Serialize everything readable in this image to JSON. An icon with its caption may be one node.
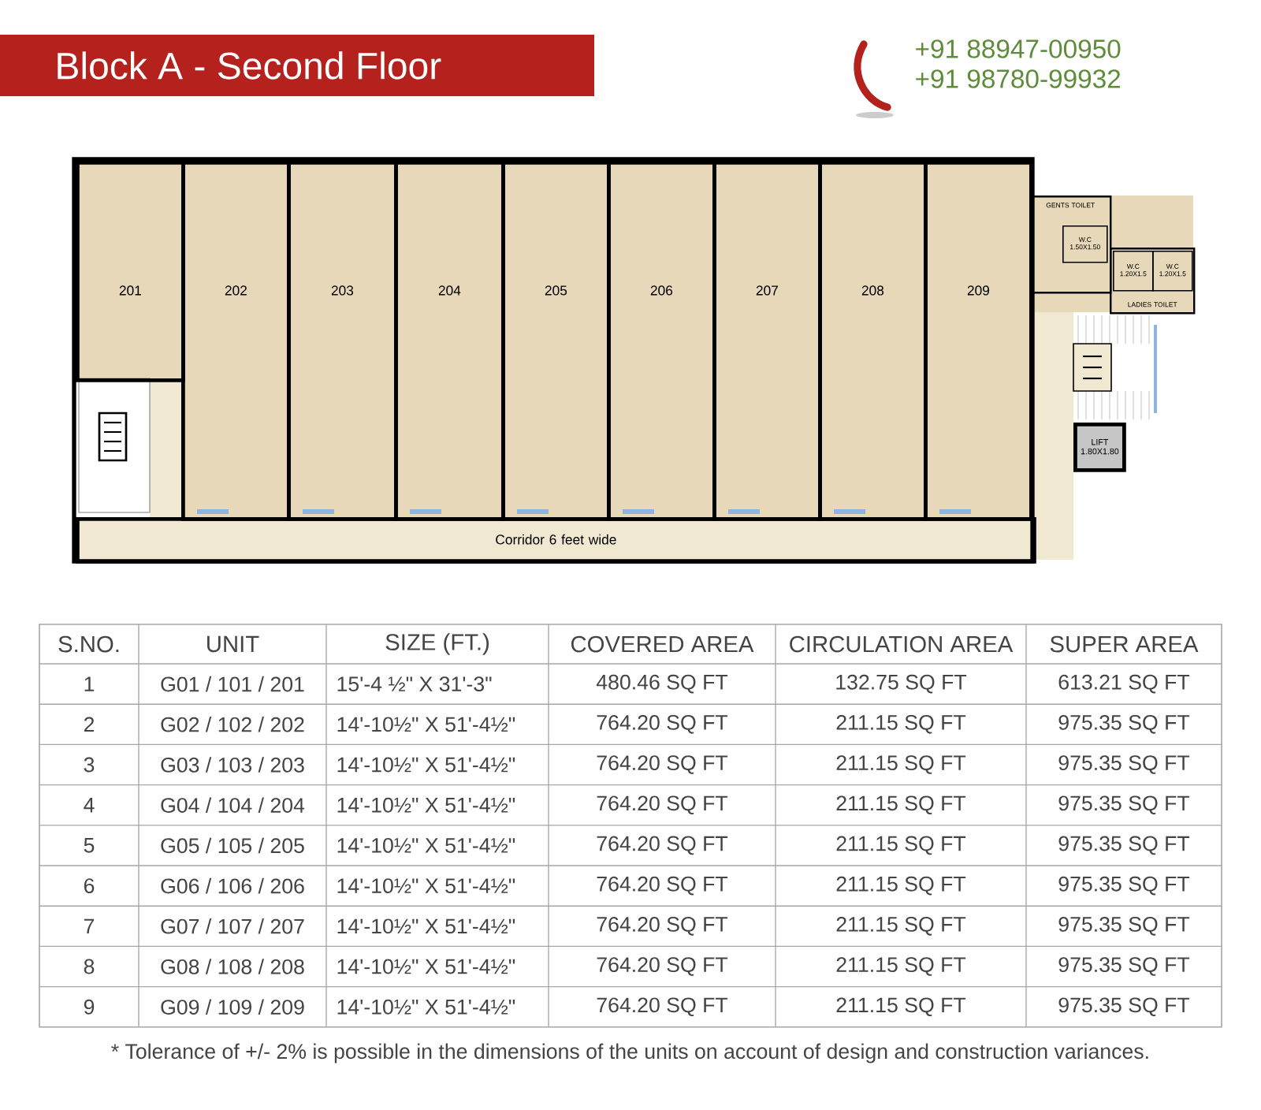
{
  "diagram": {
    "title": "Block A - Second Floor",
    "caption": "* Tolerance of +/- 2% is possible in the dimensions of the units on account of design and construction variances.",
    "nodes": [
      {
        "text": [
          "201"
        ]
      },
      {
        "text": [
          "202"
        ]
      },
      {
        "text": [
          "203"
        ]
      },
      {
        "text": [
          "204"
        ]
      },
      {
        "text": [
          "205"
        ]
      },
      {
        "text": [
          "206"
        ]
      },
      {
        "text": [
          "207"
        ]
      },
      {
        "text": [
          "208"
        ]
      },
      {
        "text": [
          "209"
        ]
      },
      {
        "text": [
          "Corridor 6 feet wide"
        ]
      },
      {
        "text": [
          "GENTS TOILET"
        ]
      },
      {
        "text": [
          "W.C 1.50X1.50"
        ],
        "in": 10
      },
      {
        "text": [
          "LADIES TOILET"
        ]
      },
      {
        "text": [
          "W.C 1.20X1.5"
        ],
        "in": 12
      },
      {
        "text": [
          "W.C 1.20X1.5"
        ],
        "in": 12
      },
      {
        "text": [
          "LIFT 1.80X1.80"
        ]
      }
    ],
    "labels": [
      "+91 88947-00950",
      "+91 98780-99932",
      "S.NO.",
      "UNIT",
      "SIZE (FT.)",
      "COVERED AREA",
      "CIRCULATION AREA",
      "SUPER AREA",
      "1",
      "G01 / 101 / 201",
      "15'-4 ½\" X 31'-3\"",
      "480.46 SQ FT",
      "132.75 SQ FT",
      "613.21 SQ FT",
      "2",
      "G02 / 102 / 202",
      "14'-10½\" X 51'-4½\"",
      "764.20 SQ FT",
      "211.15 SQ FT",
      "975.35 SQ FT",
      "3",
      "G03 / 103 / 203",
      "14'-10½\" X 51'-4½\"",
      "764.20 SQ FT",
      "211.15 SQ FT",
      "975.35 SQ FT",
      "4",
      "G04 / 104 / 204",
      "14'-10½\" X 51'-4½\"",
      "764.20 SQ FT",
      "211.15 SQ FT",
      "975.35 SQ FT",
      "5",
      "G05 / 105 / 205",
      "14'-10½\" X 51'-4½\"",
      "764.20 SQ FT",
      "211.15 SQ FT",
      "975.35 SQ FT",
      "6",
      "G06 / 106 / 206",
      "14'-10½\" X 51'-4½\"",
      "764.20 SQ FT",
      "211.15 SQ FT",
      "975.35 SQ FT",
      "7",
      "G07 / 107 / 207",
      "14'-10½\" X 51'-4½\"",
      "764.20 SQ FT",
      "211.15 SQ FT",
      "975.35 SQ FT",
      "8",
      "G08 / 108 / 208",
      "14'-10½\" X 51'-4½\"",
      "764.20 SQ FT",
      "211.15 SQ FT",
      "975.35 SQ FT",
      "9",
      "G09 / 109 / 209",
      "14'-10½\" X 51'-4½\"",
      "764.20 SQ FT",
      "211.15 SQ FT",
      "975.35 SQ FT"
    ]
  }
}
